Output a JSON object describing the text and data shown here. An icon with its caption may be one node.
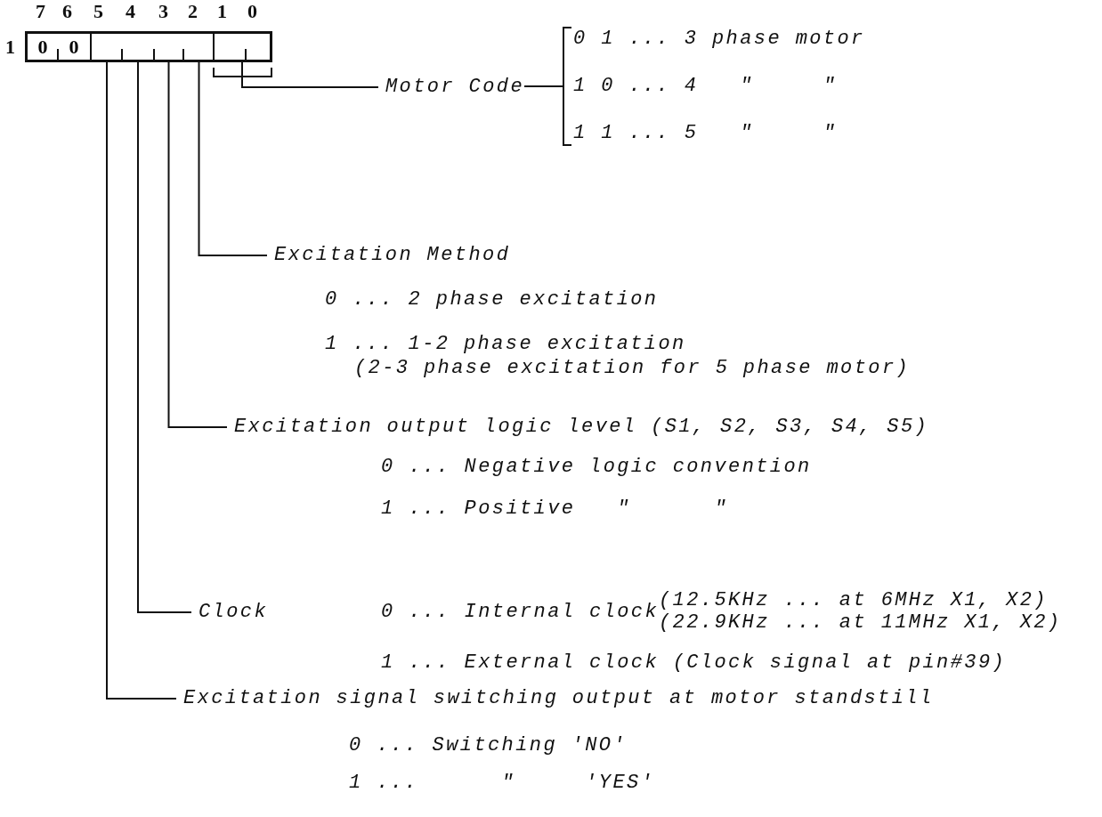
{
  "diagram": {
    "nodes": [
      {
        "text": [],
        "shape": "box"
      },
      {
        "text": [
          "0"
        ],
        "in": 0
      },
      {
        "text": [
          "0"
        ],
        "in": 0
      },
      {
        "text": [],
        "shape": "box",
        "in": 0
      },
      {
        "text": [],
        "shape": "box",
        "in": 0
      },
      {
        "text": [],
        "shape": "box",
        "in": 0
      },
      {
        "text": [],
        "shape": "box",
        "in": 0
      },
      {
        "text": [],
        "shape": "box",
        "in": 0
      },
      {
        "text": [
          "Motor Code"
        ]
      },
      {
        "text": [
          "0 1 ... 3 phase motor",
          "1 0 ... 4   \"     \"",
          "1 1 ... 5   \"     \""
        ]
      },
      {
        "text": [
          "Excitation Method"
        ]
      },
      {
        "text": [
          "Excitation output logic level (S1, S2, S3, S4, S5)"
        ]
      },
      {
        "text": [
          "Clock"
        ]
      },
      {
        "text": [
          "Excitation signal switching output at motor standstill"
        ]
      }
    ],
    "edges": [
      {
        "from": 7,
        "to": 8,
        "arrow": "none"
      },
      {
        "from": 8,
        "to": 9,
        "arrow": "none"
      },
      {
        "from": 6,
        "to": 10,
        "arrow": "none"
      },
      {
        "from": 5,
        "to": 11,
        "arrow": "none"
      },
      {
        "from": 4,
        "to": 12,
        "arrow": "none"
      },
      {
        "from": 3,
        "to": 13,
        "arrow": "none"
      }
    ],
    "labels": [
      "7",
      "6",
      "5",
      "4",
      "3",
      "2",
      "1",
      "0",
      "1",
      "0 ... 2 phase excitation",
      "1 ... 1-2 phase excitation",
      "(2-3 phase excitation for 5 phase motor)",
      "0 ... Negative logic convention",
      "1 ... Positive   \"      \"",
      "0 ... Internal clock",
      "(12.5KHz ... at 6MHz X1, X2)",
      "(22.9KHz ... at 11MHz X1, X2)",
      "1 ... External clock (Clock signal at pin#39)",
      "0 ... Switching 'NO'",
      "1 ...      \"     'YES'"
    ]
  }
}
